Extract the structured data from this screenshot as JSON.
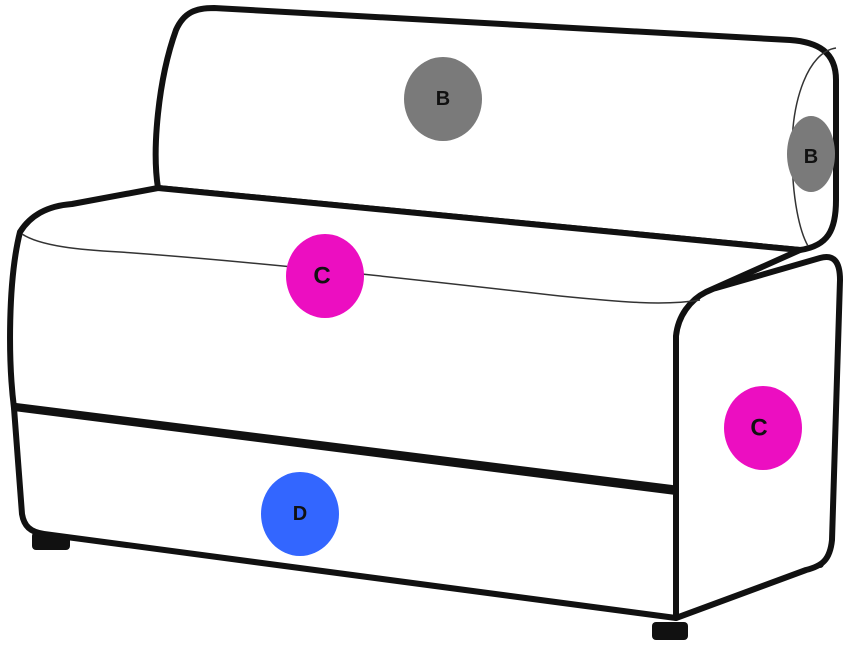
{
  "colors": {
    "outline": "#111111",
    "background": "#ffffff"
  },
  "markers": [
    {
      "id": "backrest-front",
      "label": "B",
      "color": "#7a7a7a",
      "part": "backrest"
    },
    {
      "id": "backrest-side",
      "label": "B",
      "color": "#7a7a7a",
      "part": "backrest-side"
    },
    {
      "id": "seat-front",
      "label": "C",
      "color": "#ec0ec1",
      "part": "seat"
    },
    {
      "id": "seat-side",
      "label": "C",
      "color": "#ec0ec1",
      "part": "side-panel"
    },
    {
      "id": "base-front",
      "label": "D",
      "color": "#3366ff",
      "part": "base"
    }
  ]
}
